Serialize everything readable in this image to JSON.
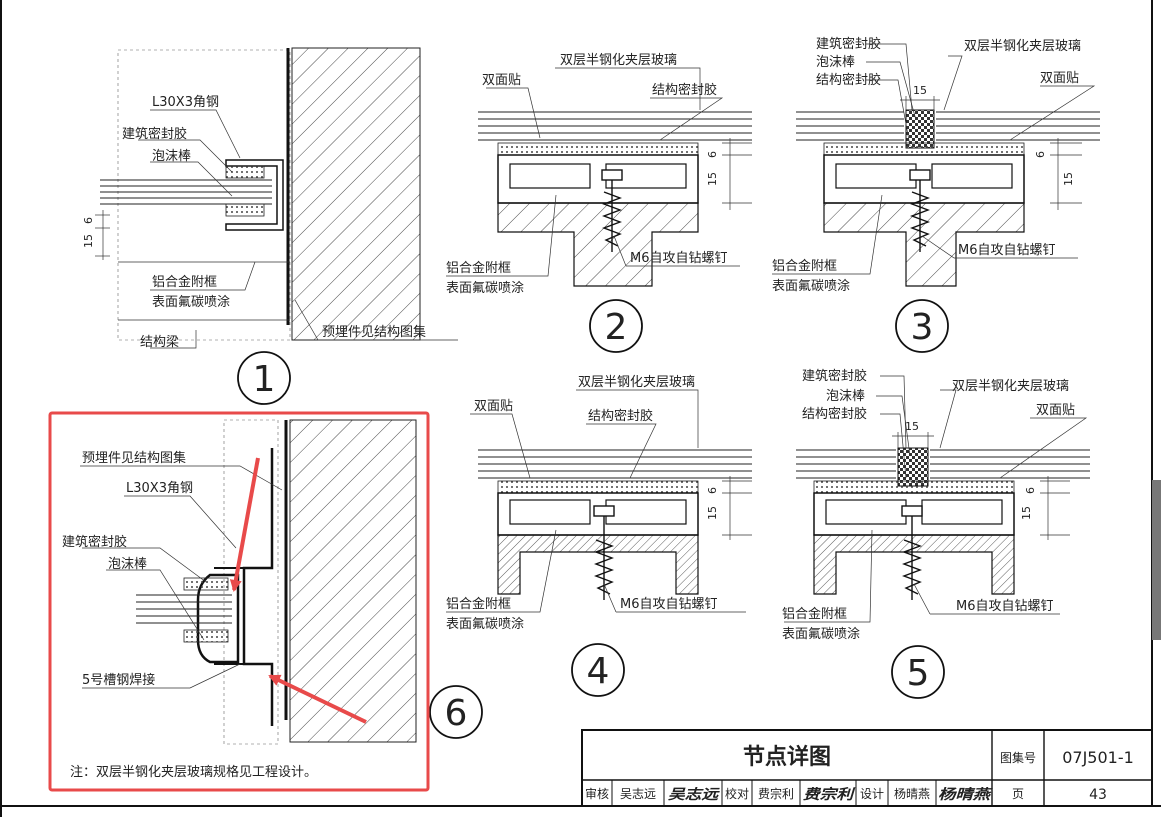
{
  "labels": {
    "glass": "双层半钢化夹层玻璃",
    "tape": "双面贴",
    "struct_sealant": "结构密封胶",
    "build_sealant": "建筑密封胶",
    "foam_rod": "泡沫棒",
    "angle": "L30X3角钢",
    "alu_frame": "铝合金附框",
    "coating": "表面氟碳喷涂",
    "screw": "M6自攻自钻螺钉",
    "beam": "结构梁",
    "embedded": "预埋件见结构图集",
    "channel": "5号槽钢焊接"
  },
  "dims": {
    "d6": "6",
    "d15": "15"
  },
  "details": {
    "n1": "1",
    "n2": "2",
    "n3": "3",
    "n4": "4",
    "n5": "5",
    "n6": "6"
  },
  "note": "注：双层半钢化夹层玻璃规格见工程设计。",
  "titleblock": {
    "title": "节点详图",
    "atlas_label": "图集号",
    "atlas_no": "07J501-1",
    "page_label": "页",
    "page_no": "43",
    "review": "审核",
    "reviewer": "吴志远",
    "reviewer_sig": "吴志远",
    "check": "校对",
    "checker": "费宗利",
    "checker_sig": "费宗利",
    "design": "设计",
    "designer": "杨晴燕",
    "designer_sig": "杨晴燕"
  },
  "colors": {
    "highlight": "#e84a4a",
    "line": "#222222"
  }
}
